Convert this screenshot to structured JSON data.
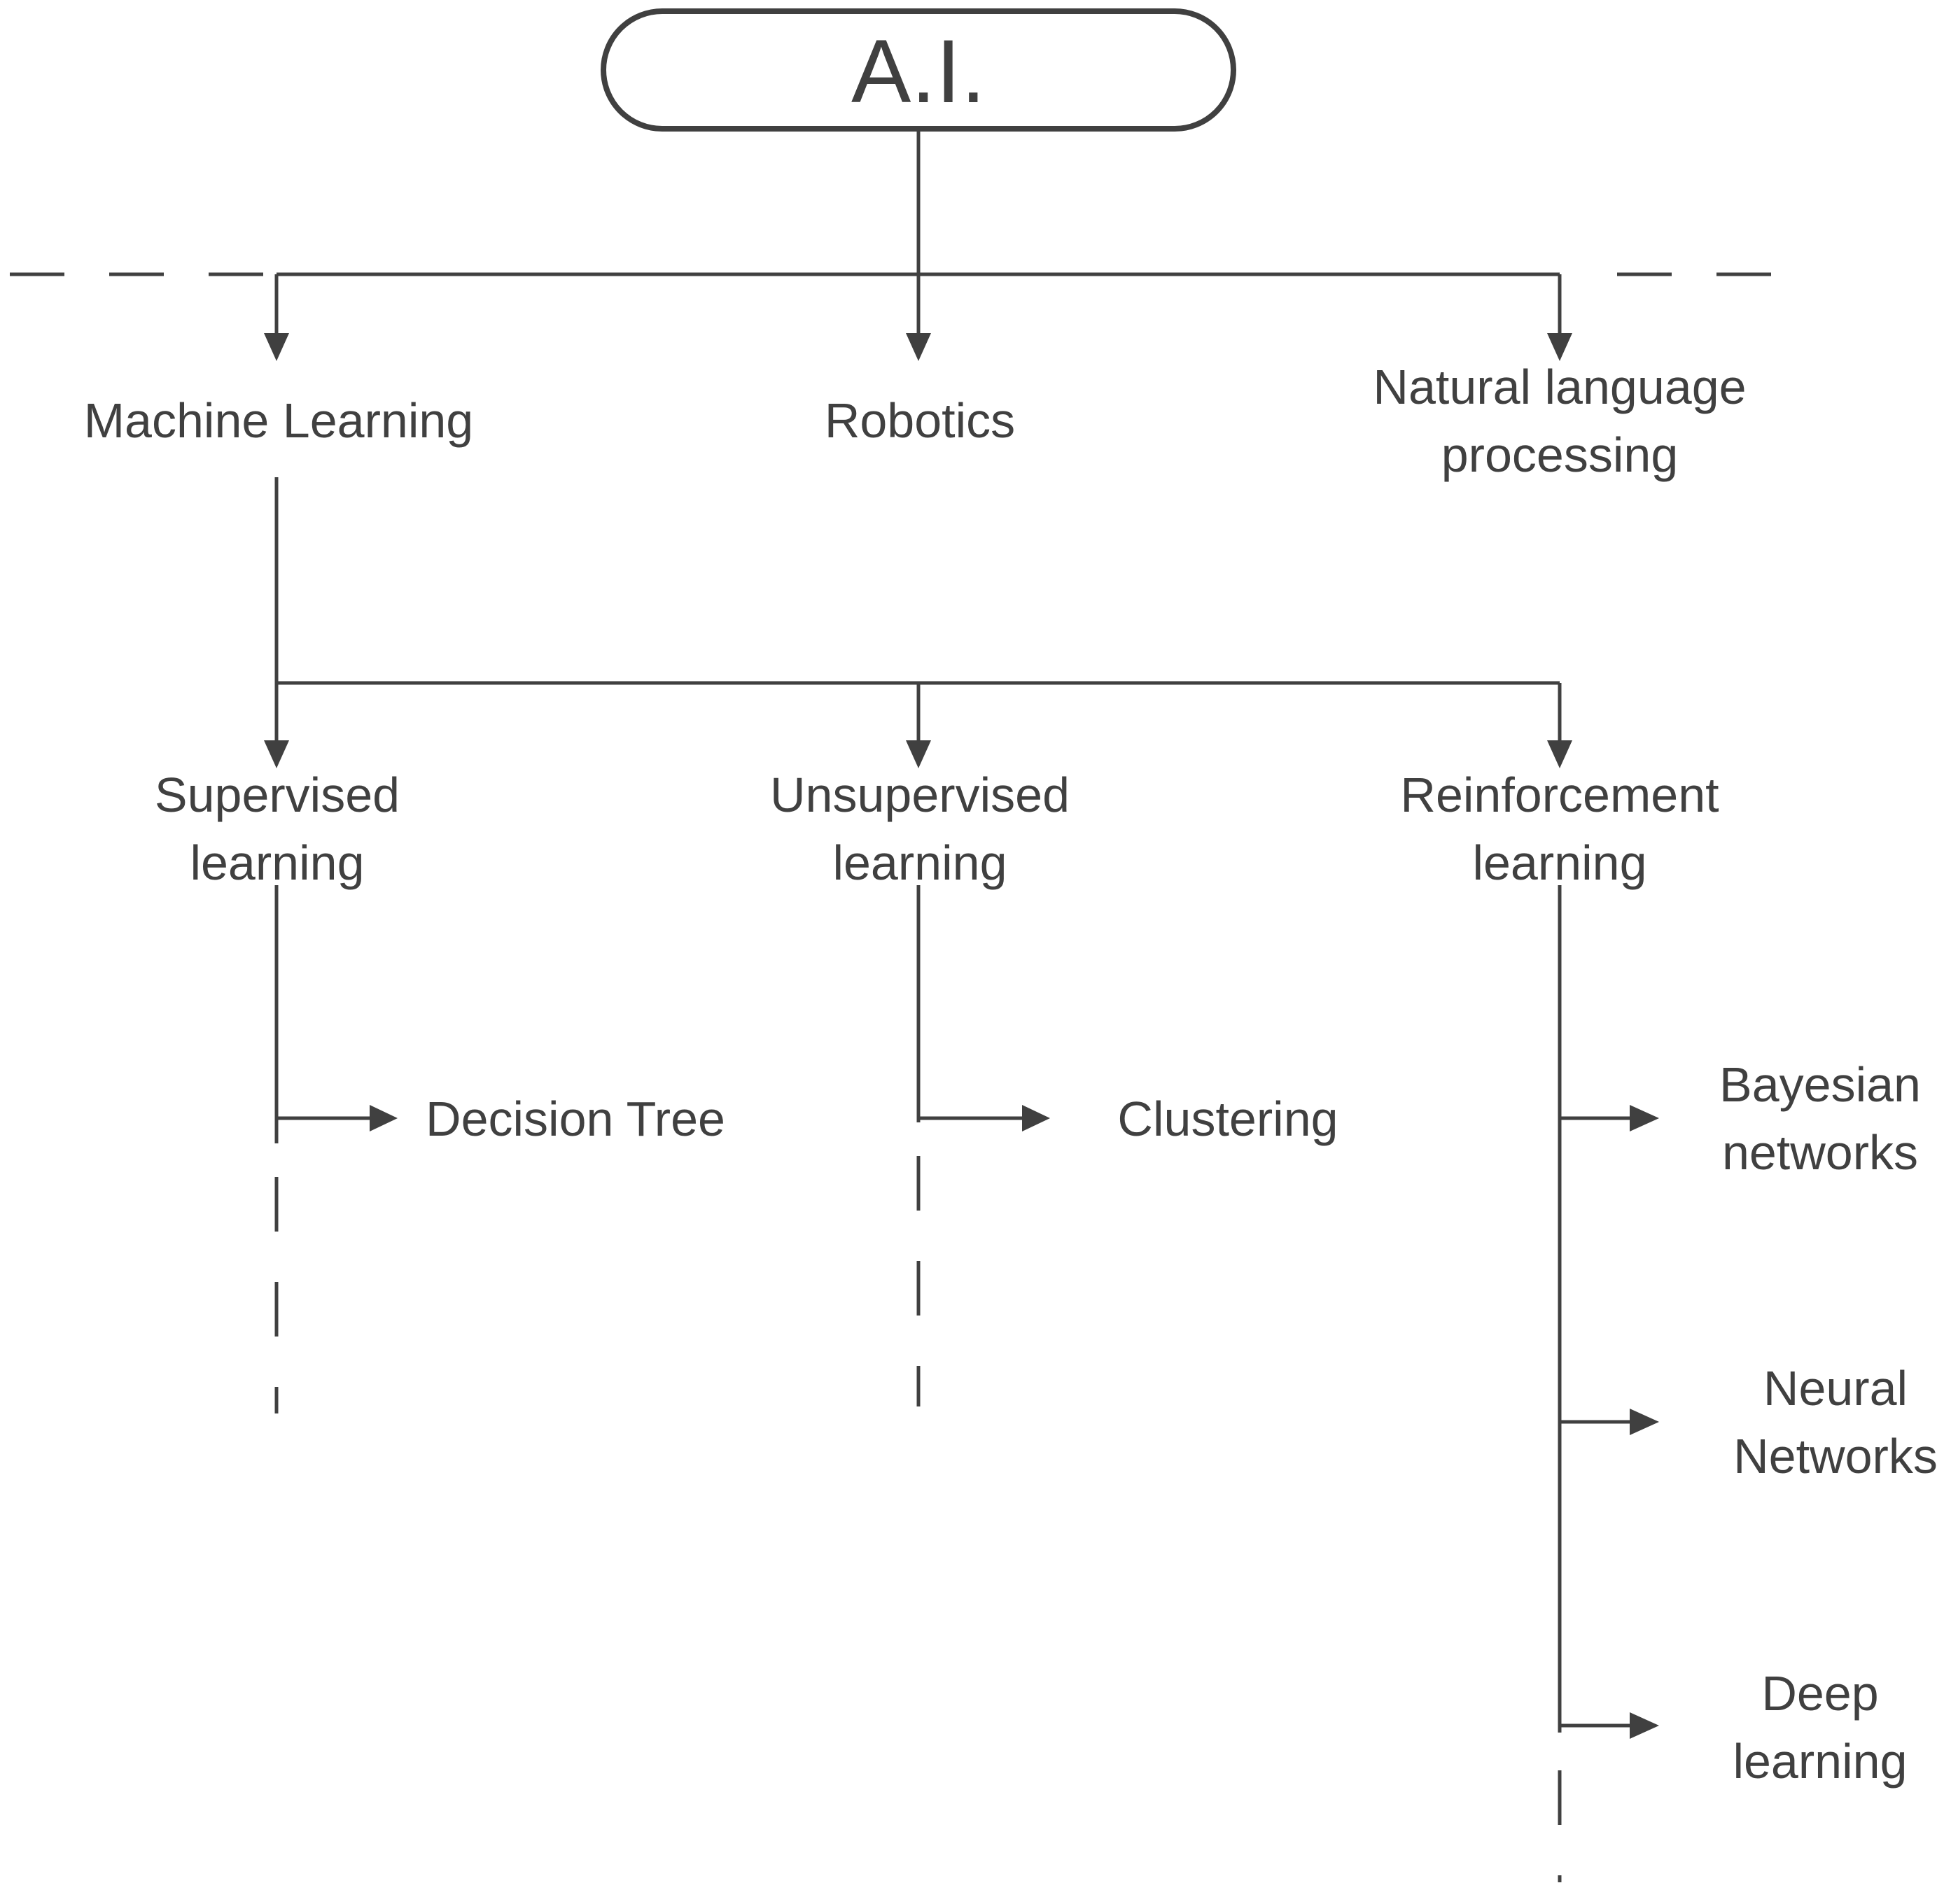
{
  "root": {
    "label": "A.I."
  },
  "level1": [
    {
      "id": "machine-learning",
      "lines": [
        "Machine Learning"
      ]
    },
    {
      "id": "robotics",
      "lines": [
        "Robotics"
      ]
    },
    {
      "id": "nlp",
      "lines": [
        "Natural language",
        "processing"
      ]
    }
  ],
  "level2": [
    {
      "id": "supervised",
      "lines": [
        "Supervised",
        "learning"
      ]
    },
    {
      "id": "unsupervised",
      "lines": [
        "Unsupervised",
        "learning"
      ]
    },
    {
      "id": "reinforcement",
      "lines": [
        "Reinforcement",
        "learning"
      ]
    }
  ],
  "leaves": {
    "decision_tree": {
      "lines": [
        "Decision Tree"
      ]
    },
    "clustering": {
      "lines": [
        "Clustering"
      ]
    },
    "bayesian": {
      "lines": [
        "Bayesian",
        "networks"
      ]
    },
    "neural": {
      "lines": [
        "Neural",
        "Networks"
      ]
    },
    "deep": {
      "lines": [
        "Deep",
        "learning"
      ]
    }
  },
  "colors": {
    "stroke": "#404040",
    "text": "#404040",
    "background": "#ffffff"
  }
}
